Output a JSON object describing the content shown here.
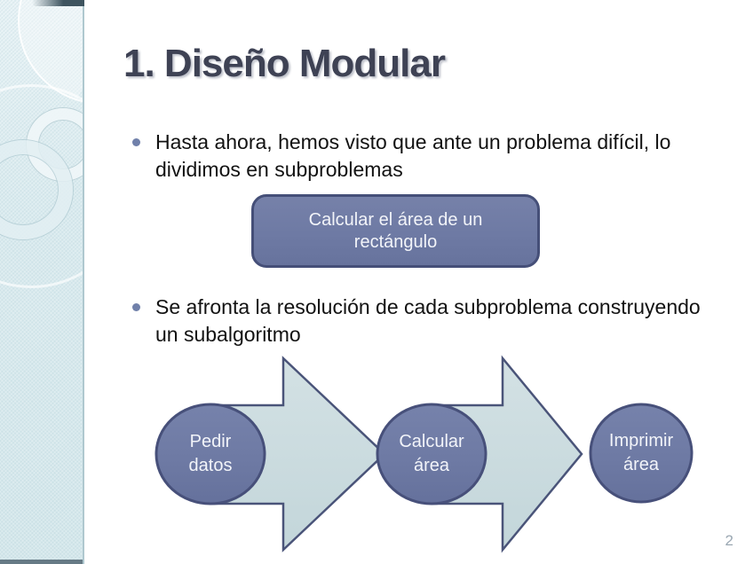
{
  "slide": {
    "title": "1. Diseño Modular",
    "page_number": "2",
    "bullets": [
      {
        "line1": "Hasta ahora, hemos visto que ante un problema difícil, lo",
        "line2": "dividimos en subproblemas"
      },
      {
        "line1": "Se afronta la resolución de cada subproblema construyendo",
        "line2": "un subalgoritmo"
      }
    ],
    "problem_box": {
      "line1": "Calcular el área de un",
      "line2": "rectángulo"
    },
    "flow_steps": [
      {
        "line1": "Pedir",
        "line2": "datos"
      },
      {
        "line1": "Calcular",
        "line2": "área"
      },
      {
        "line1": "Imprimir",
        "line2": "área"
      }
    ],
    "colors": {
      "shape_fill": "#6E7AA4",
      "shape_border": "#47507A",
      "arrow_fill": "#CBDCDF",
      "title_text": "#3E4254",
      "sidebar_blue": "#D9EAEE",
      "accent_dark_teal": "#3E545F"
    }
  }
}
